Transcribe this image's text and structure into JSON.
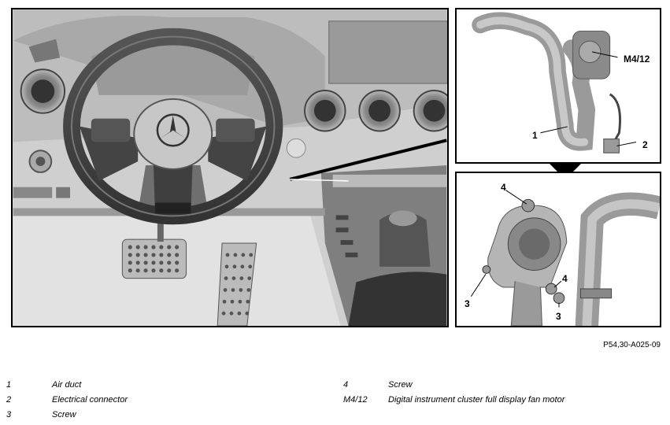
{
  "figure_code": "P54,30-A025-09",
  "callouts": {
    "top": {
      "m4_12": "M4/12",
      "one": "1",
      "two": "2"
    },
    "bottom": {
      "four_top": "4",
      "four_mid": "4",
      "three_left": "3",
      "three_right": "3"
    }
  },
  "legend": [
    {
      "number": "1",
      "text": "Air duct"
    },
    {
      "number": "2",
      "text": "Electrical connector"
    },
    {
      "number": "3",
      "text": "Screw"
    },
    {
      "number": "4",
      "text": "Screw"
    },
    {
      "number": "M4/12",
      "text": "Digital instrument cluster full display fan motor"
    }
  ]
}
